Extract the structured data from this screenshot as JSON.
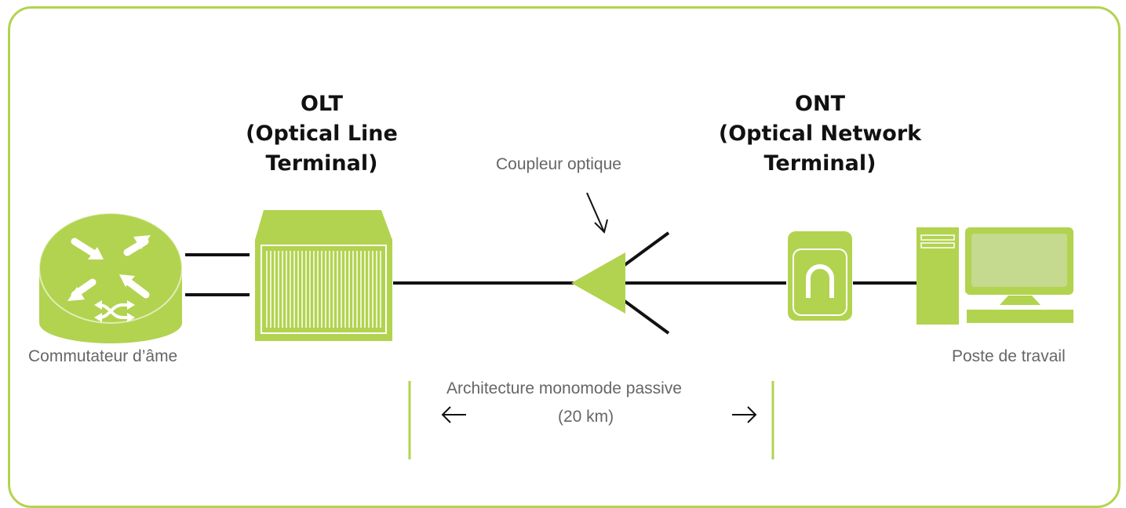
{
  "olt": {
    "abbr": "OLT",
    "full": "(Optical Line Terminal)"
  },
  "ont": {
    "abbr": "ONT",
    "full": "(Optical Network Terminal)"
  },
  "labels": {
    "coupler": "Coupleur optique",
    "core_switch": "Commutateur d’âme",
    "workstation": "Poste de travail",
    "architecture": "Architecture monomode passive",
    "distance": "(20 km)"
  },
  "colors": {
    "accent": "#b2d34f",
    "line": "#111111",
    "text": "#666666"
  }
}
